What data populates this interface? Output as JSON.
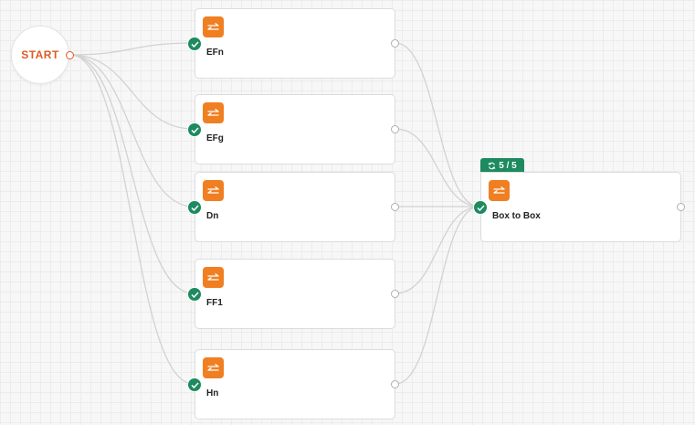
{
  "start": {
    "label": "START"
  },
  "nodes": [
    {
      "id": "efn",
      "label": "EFn",
      "status": "success",
      "icon": "swap-arrows-icon"
    },
    {
      "id": "efg",
      "label": "EFg",
      "status": "success",
      "icon": "swap-arrows-icon"
    },
    {
      "id": "dn",
      "label": "Dn",
      "status": "success",
      "icon": "swap-arrows-icon"
    },
    {
      "id": "ff1",
      "label": "FF1",
      "status": "success",
      "icon": "swap-arrows-icon"
    },
    {
      "id": "hn",
      "label": "Hn",
      "status": "success",
      "icon": "swap-arrows-icon"
    }
  ],
  "target": {
    "label": "Box to Box",
    "status": "success",
    "icon": "swap-arrows-icon",
    "loop_badge": {
      "icon": "loop-icon",
      "text": "5 / 5"
    }
  },
  "colors": {
    "accent_orange": "#f07f22",
    "start_text": "#e05a24",
    "success_green": "#1d8a5f",
    "edge": "#d2d2d2"
  }
}
